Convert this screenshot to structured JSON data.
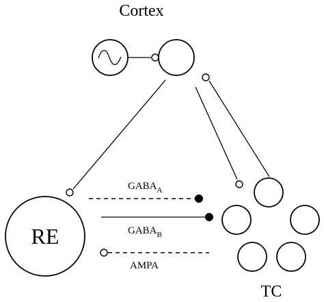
{
  "diagram": {
    "cortex_label": "Cortex",
    "re_label": "RE",
    "tc_label": "TC",
    "synapses": {
      "gaba_a": {
        "main": "GABA",
        "sub": "A"
      },
      "gaba_b": {
        "main": "GABA",
        "sub": "B"
      },
      "ampa": {
        "main": "AMPA"
      }
    },
    "icons": {
      "oscillator": "sine-wave-icon"
    }
  }
}
